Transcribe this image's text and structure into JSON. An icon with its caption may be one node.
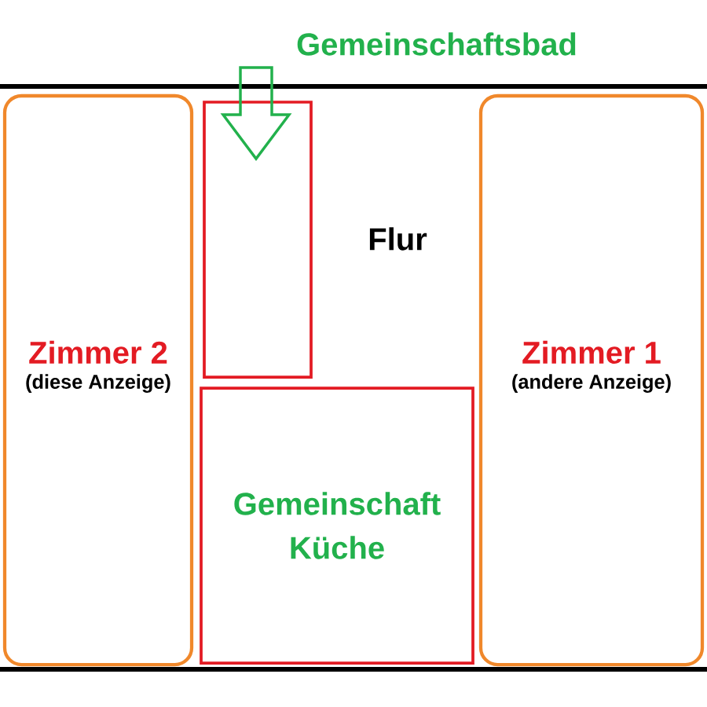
{
  "diagram": {
    "nodes": [
      {
        "text": [
          "Gemeinschaftsbad"
        ]
      },
      {
        "text": [
          "Zimmer 2",
          "(diese Anzeige)"
        ]
      },
      {
        "text": [],
        "shape": "box"
      },
      {
        "text": [
          "Zimmer 1",
          "(andere Anzeige)"
        ]
      },
      {
        "text": [
          "Gemeinschaft Küche"
        ]
      }
    ],
    "edges": [
      {
        "from": 0,
        "to": 2,
        "arrow": "to"
      }
    ],
    "labels": [
      "Flur"
    ]
  }
}
